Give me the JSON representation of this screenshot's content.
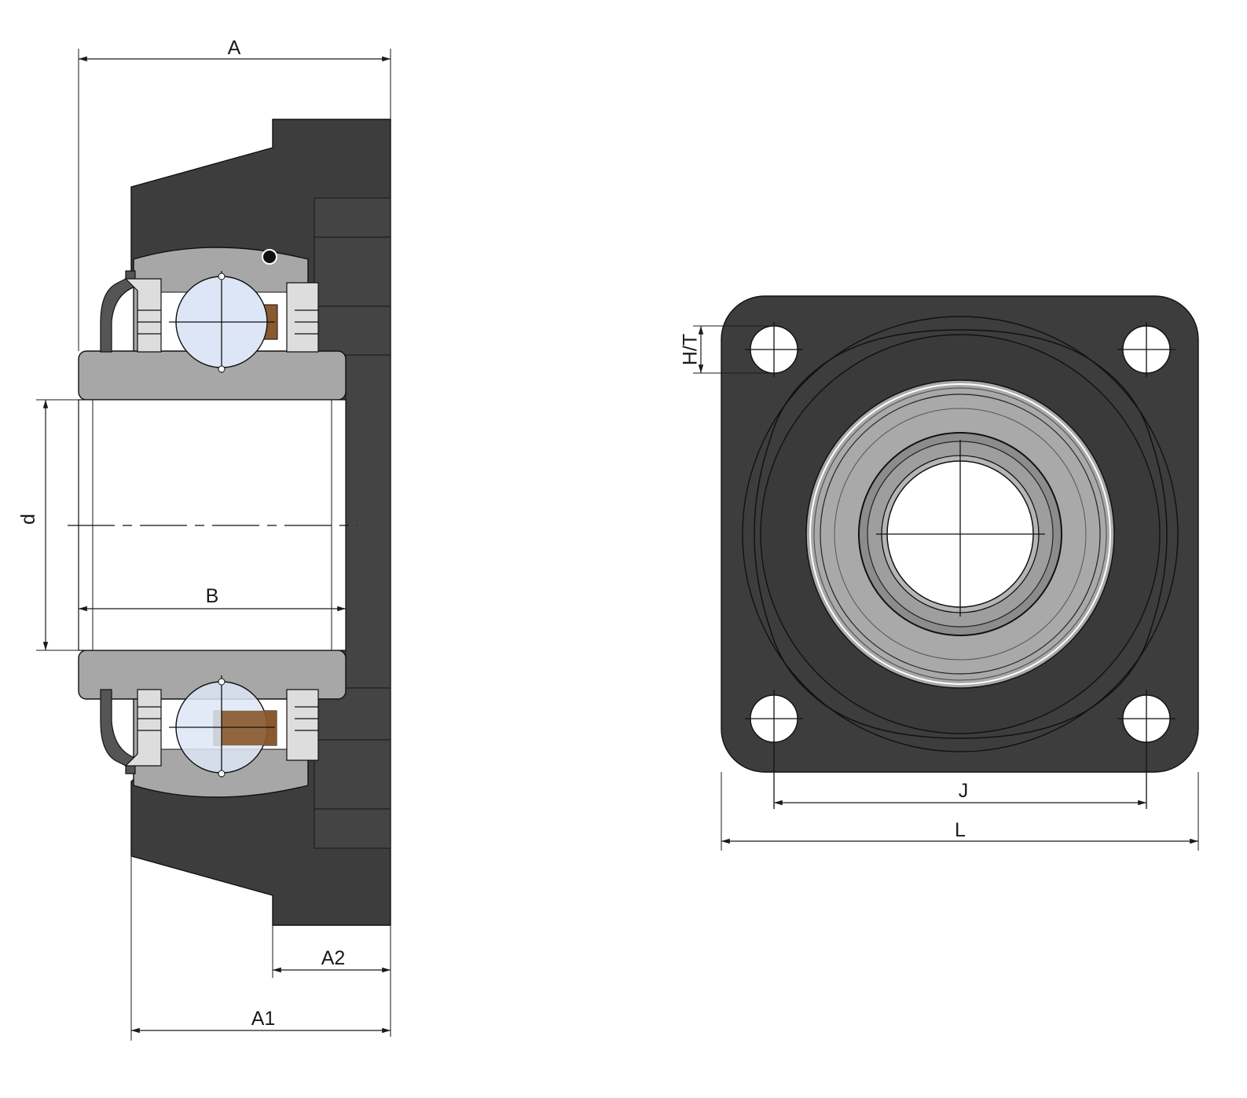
{
  "colors": {
    "housing": "#3f3f3f",
    "housing_dark": "#353535",
    "bearing_ring": "#a9a9a9",
    "ball": "#dde6f6",
    "cage": "#8a5a2f",
    "line": "#1a1a1a",
    "background": "#ffffff"
  },
  "side_view": {
    "dim_A": "A",
    "dim_A1": "A1",
    "dim_A2": "A2",
    "dim_B": "B",
    "dim_d": "d"
  },
  "front_view": {
    "dim_HT": "H/T",
    "dim_J": "J",
    "dim_L": "L"
  }
}
